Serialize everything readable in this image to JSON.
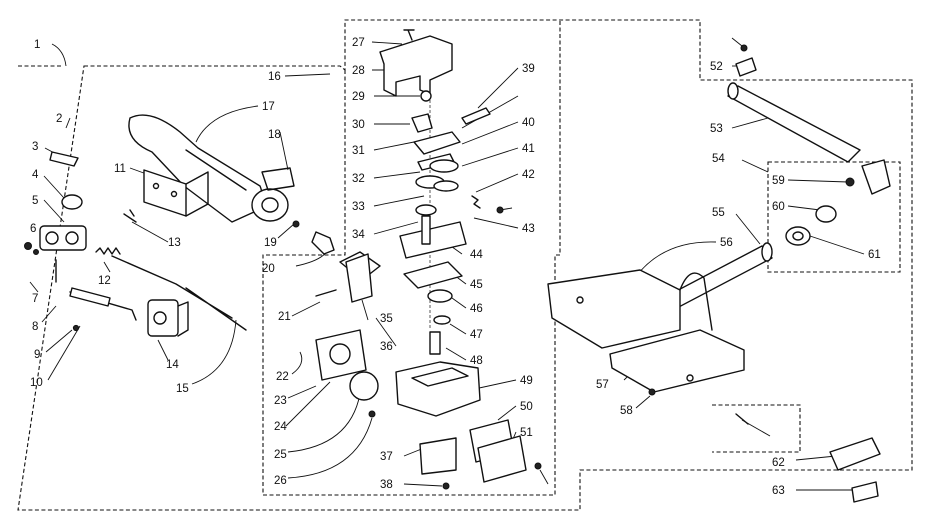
{
  "callouts": [
    "1",
    "2",
    "3",
    "4",
    "5",
    "6",
    "7",
    "8",
    "9",
    "10",
    "11",
    "12",
    "13",
    "14",
    "15",
    "16",
    "17",
    "18",
    "19",
    "20",
    "21",
    "22",
    "23",
    "24",
    "25",
    "26",
    "27",
    "28",
    "29",
    "30",
    "31",
    "32",
    "33",
    "34",
    "35",
    "36",
    "37",
    "38",
    "39",
    "40",
    "41",
    "42",
    "43",
    "44",
    "45",
    "46",
    "47",
    "48",
    "49",
    "50",
    "51",
    "52",
    "53",
    "54",
    "55",
    "56",
    "57",
    "58",
    "59",
    "60",
    "61",
    "62",
    "63"
  ]
}
